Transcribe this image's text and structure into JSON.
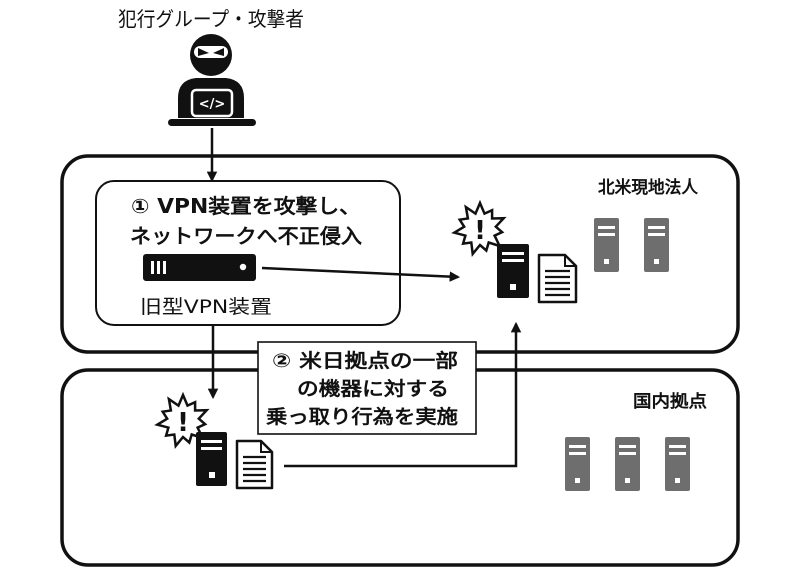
{
  "attacker": {
    "label": "犯行グループ・攻撃者",
    "laptop_code": "</>"
  },
  "north_america_site": {
    "label": "北米現地法人"
  },
  "step1": {
    "line1": "① VPN装置を攻撃し、",
    "line2": "ネットワークへ不正侵入"
  },
  "vpn_device": {
    "label": "旧型VPN装置"
  },
  "step2": {
    "line1": "② 米日拠点の一部",
    "line2": "の機器に対する",
    "line3": "乗っ取り行為を実施"
  },
  "domestic_site": {
    "label": "国内拠点"
  },
  "alert": {
    "symbol": "!"
  },
  "icons": {
    "attacker": "hacker-with-laptop-icon",
    "vpn": "vpn-appliance-icon",
    "compromised": "alert-burst-icon",
    "server": "server-icon",
    "document": "document-icon"
  },
  "colors": {
    "ink": "#111111",
    "server_gray": "#6e6e6e",
    "background": "#ffffff"
  }
}
